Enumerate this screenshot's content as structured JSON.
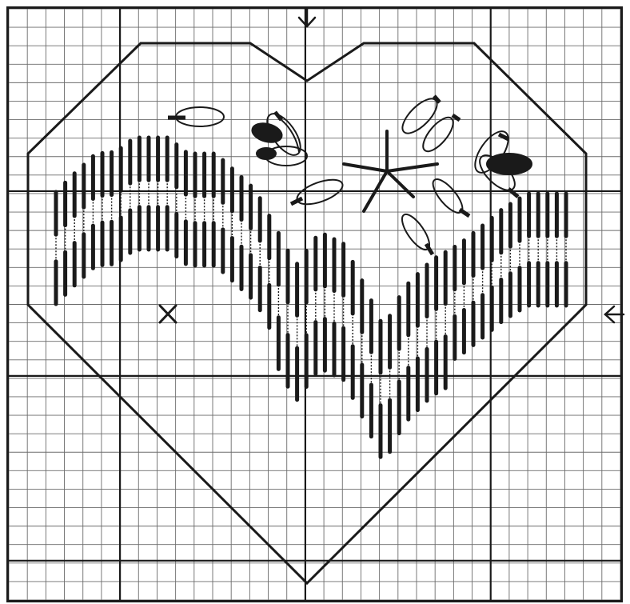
{
  "chart": {
    "grid_columns": 33,
    "grid_rows": 32,
    "major_every": 10,
    "colors": {
      "grid_minor": "#6b6b6b",
      "grid_major": "#1a1a1a",
      "ink": "#1a1a1a",
      "background": "#ffffff"
    },
    "markers": {
      "top_center": "arrow-down-icon",
      "right_center": "arrow-left-icon",
      "start_point": "x-mark-icon"
    },
    "motifs": [
      "heart-outline",
      "bargello-wave-band",
      "flower-bud-spray",
      "star-stitch"
    ]
  }
}
